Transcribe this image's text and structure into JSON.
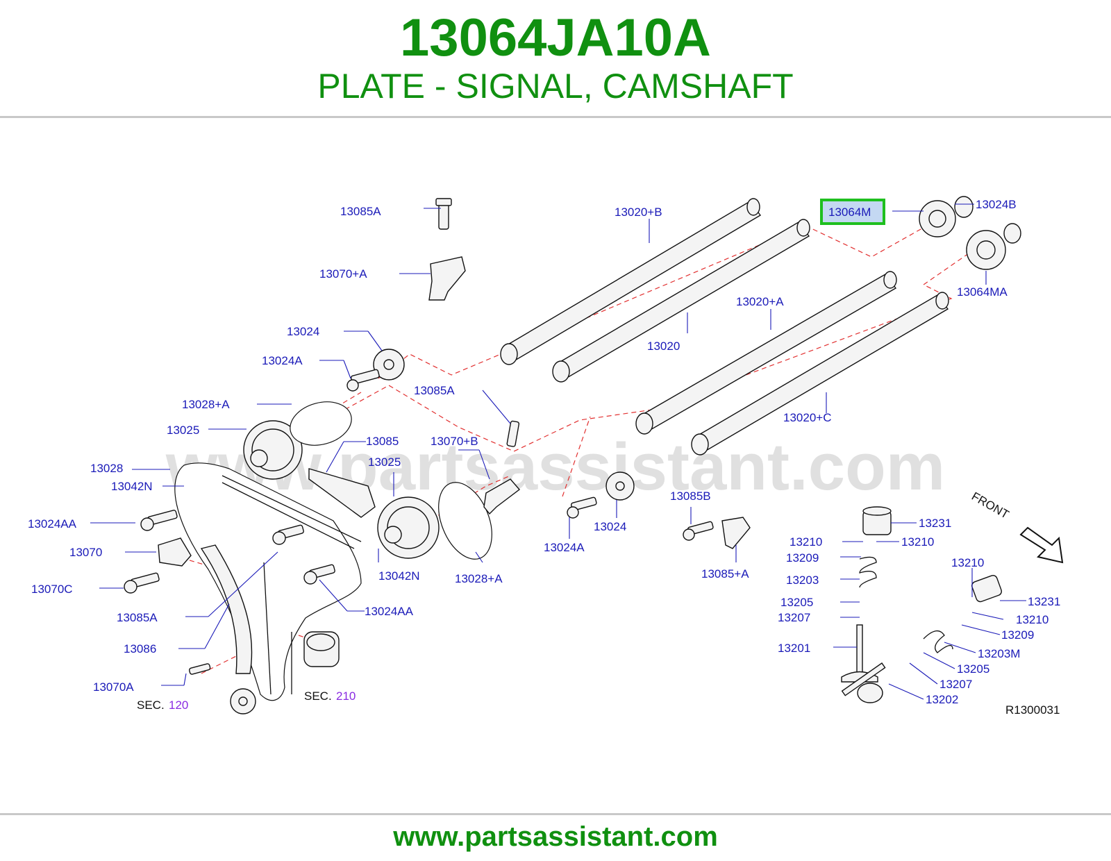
{
  "header": {
    "part_number": "13064JA10A",
    "description": "PLATE - SIGNAL, CAMSHAFT"
  },
  "footer": {
    "url": "www.partsassistant.com"
  },
  "diagram": {
    "watermark": "www.partsassistant.com",
    "diagram_code": "R1300031",
    "front_label": "FRONT",
    "highlight_color": "#1fbf1f",
    "highlighted_label": "13064M",
    "labels": {
      "l13085A_top": "13085A",
      "l13070A_plus": "13070+A",
      "l13020B": "13020+B",
      "l13064M": "13064M",
      "l13024B": "13024B",
      "l13064MA": "13064MA",
      "l13020A": "13020+A",
      "l13020": "13020",
      "l13024_top": "13024",
      "l13024A_top": "13024A",
      "l13085A_mid": "13085A",
      "l13028A_top": "13028+A",
      "l13025_left": "13025",
      "l13085": "13085",
      "l13070B": "13070+B",
      "l13025_mid": "13025",
      "l13028": "13028",
      "l13042N_left": "13042N",
      "l13024AA_left": "13024AA",
      "l13070": "13070",
      "l13070C": "13070C",
      "l13085A_low": "13085A",
      "l13086": "13086",
      "l13070A": "13070A",
      "l13042N_mid": "13042N",
      "l13024AA_mid": "13024AA",
      "l13028A_mid": "13028+A",
      "l13024A_mid": "13024A",
      "l13024_mid": "13024",
      "l13085B": "13085B",
      "l13085A_right": "13085+A",
      "l13020C": "13020+C",
      "l13231_a": "13231",
      "l13210_a": "13210",
      "l13210_b": "13210",
      "l13209_a": "13209",
      "l13203": "13203",
      "l13205_a": "13205",
      "l13207_a": "13207",
      "l13201": "13201",
      "l13210_c": "13210",
      "l13231_b": "13231",
      "l13210_d": "13210",
      "l13209_b": "13209",
      "l13203M": "13203M",
      "l13205_b": "13205",
      "l13207_b": "13207",
      "l13202": "13202"
    },
    "sec_labels": {
      "sec120_prefix": "SEC.",
      "sec120_num": "120",
      "sec210_prefix": "SEC.",
      "sec210_num": "210"
    }
  }
}
